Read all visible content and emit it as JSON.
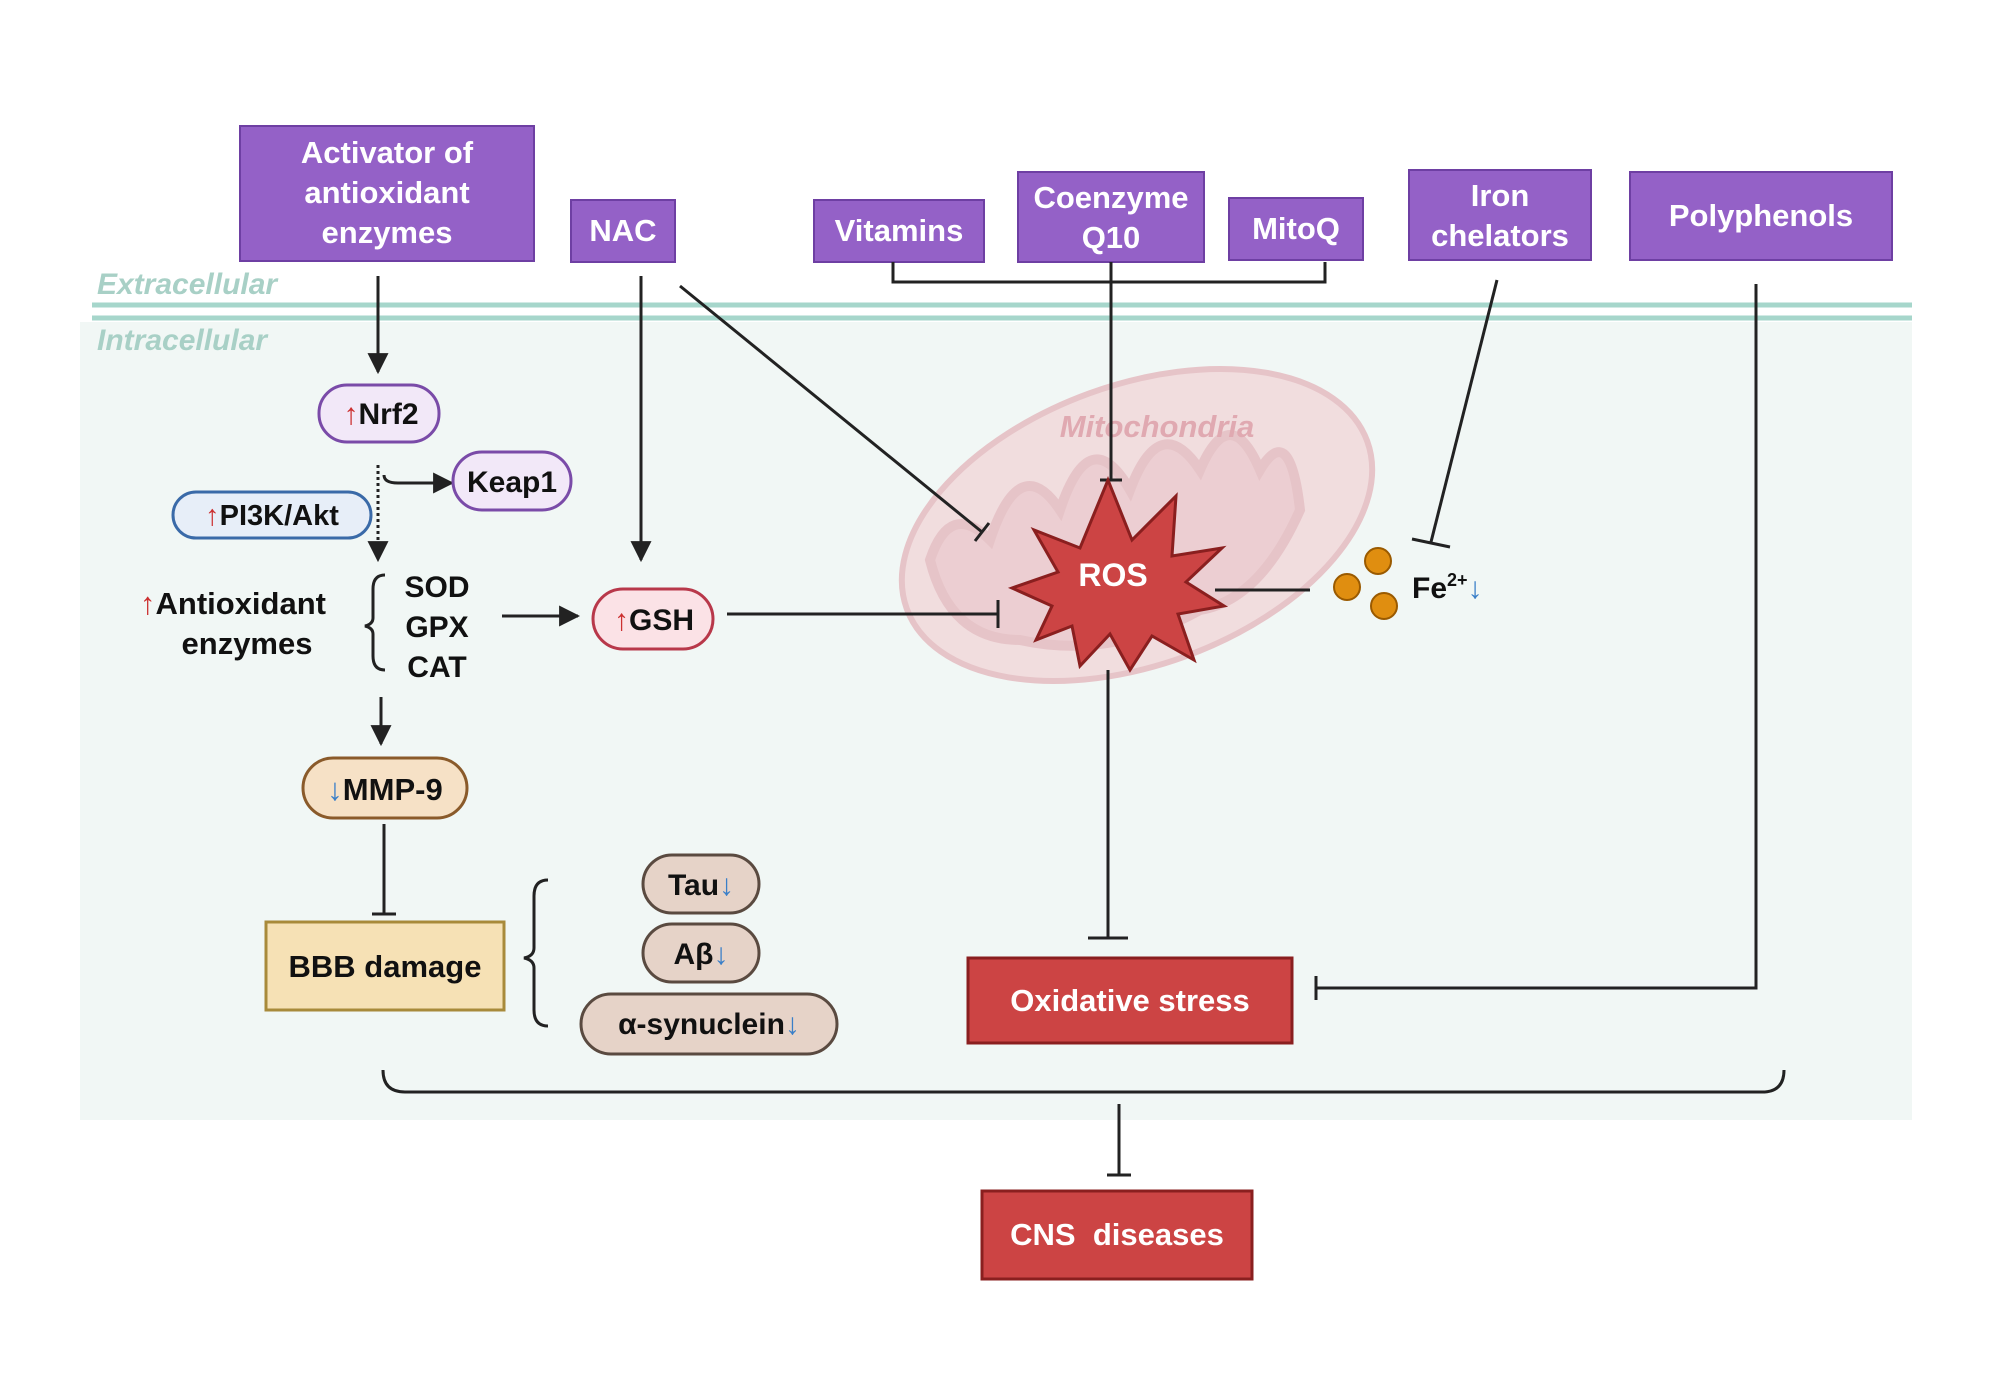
{
  "zones": {
    "extracellular": "Extracellular",
    "intracellular": "Intracellular",
    "mitochondria": "Mitochondria"
  },
  "inputs": {
    "activator": [
      "Activator of",
      "antioxidant",
      "enzymes"
    ],
    "nac": "NAC",
    "vitamins": "Vitamins",
    "coenzyme": [
      "Coenzyme",
      "Q10"
    ],
    "mitoq": "MitoQ",
    "iron": [
      "Iron",
      "chelators"
    ],
    "polyphenols": "Polyphenols"
  },
  "nodes": {
    "nrf2": "Nrf2",
    "keap1": "Keap1",
    "pi3k": "PI3K/Akt",
    "antioxidant_enzymes": [
      "Antioxidant",
      "enzymes"
    ],
    "enzyme_list": [
      "SOD",
      "GPX",
      "CAT"
    ],
    "gsh": "GSH",
    "ros": "ROS",
    "fe": "Fe",
    "fe_charge": "2+",
    "mmp9": "MMP-9",
    "bbb": "BBB damage",
    "tau": "Tau",
    "abeta": "Aβ",
    "synuclein": "α-synuclein",
    "oxidative_stress": "Oxidative stress",
    "cns": "CNS  diseases"
  },
  "arrows": {
    "up": "↑",
    "down": "↓"
  },
  "colors": {
    "purple": "#9461c7",
    "purple_border": "#6e3fa3",
    "red": "#cc4444",
    "red_border": "#a02828",
    "bbb_fill": "#f6e1b5",
    "protein_fill": "#e6d3c8",
    "mmp_fill": "#f6e1c6",
    "up_arrow": "#cc3030",
    "down_arrow": "#3a7fc8",
    "teal": "#9fcfc4"
  }
}
